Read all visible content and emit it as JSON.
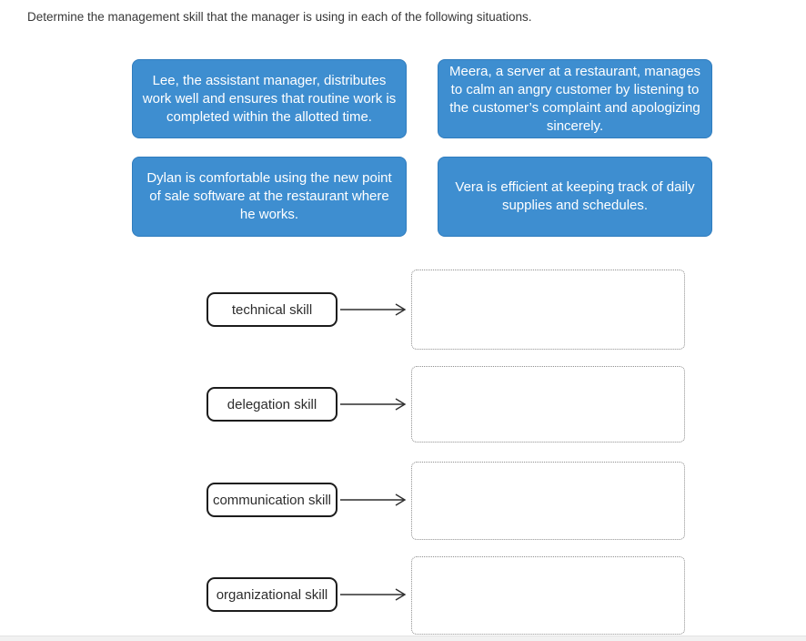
{
  "page": {
    "instruction": "Determine the management skill that the manager is using in each of the following situations."
  },
  "colors": {
    "card_background": "#3e8ed0",
    "card_border": "#2f7cbe",
    "card_text": "#ffffff",
    "label_border": "#1c1c1c",
    "dropzone_border": "#8f8f8f",
    "arrow": "#2f2f2f"
  },
  "cards": [
    {
      "text": "Lee, the assistant manager, distributes work well and ensures that routine work is completed within the allotted time."
    },
    {
      "text": "Meera, a server at a restaurant, manages to calm an angry customer by listening to the customer’s complaint and apologizing sincerely."
    },
    {
      "text": "Dylan is comfortable using the new point of sale software at the restaurant where he works."
    },
    {
      "text": "Vera is efficient at keeping track of daily supplies and schedules."
    }
  ],
  "skills": [
    {
      "label": "technical skill"
    },
    {
      "label": "delegation skill"
    },
    {
      "label": "communication skill"
    },
    {
      "label": "organizational skill"
    }
  ]
}
